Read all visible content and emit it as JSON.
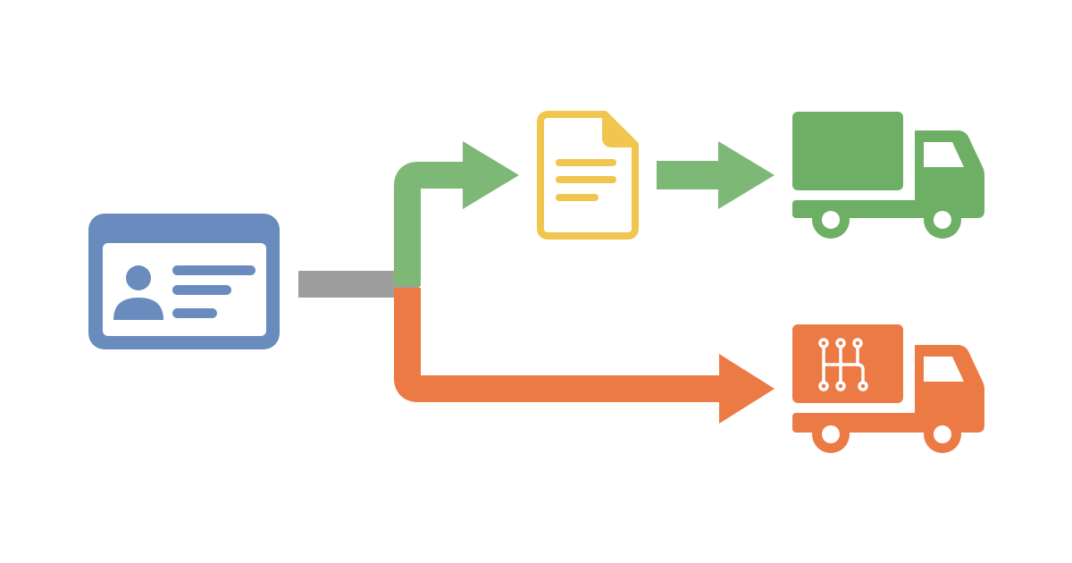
{
  "diagram": {
    "nodes": [
      {
        "id": "license-card",
        "icon": "id-card-icon",
        "color": "#6a8bbd"
      },
      {
        "id": "document",
        "icon": "document-icon",
        "color": "#f0c64e"
      },
      {
        "id": "truck-green",
        "icon": "truck-icon",
        "color": "#6caf65"
      },
      {
        "id": "truck-orange",
        "icon": "manual-gearbox-truck-icon",
        "color": "#ec7a45"
      }
    ],
    "connectors": [
      {
        "from": "license-card",
        "to": "branch",
        "color": "#9e9e9e"
      },
      {
        "from": "branch",
        "to": "document",
        "color": "#7eb877"
      },
      {
        "from": "document",
        "to": "truck-green",
        "color": "#7eb877"
      },
      {
        "from": "branch",
        "to": "truck-orange",
        "color": "#ec7a45"
      }
    ]
  },
  "colors": {
    "blue": "#6a8bbd",
    "gray": "#9e9e9e",
    "green": "#6caf65",
    "green_light": "#7eb877",
    "yellow": "#f0c64e",
    "orange": "#ec7a45",
    "background": "#ffffff"
  }
}
